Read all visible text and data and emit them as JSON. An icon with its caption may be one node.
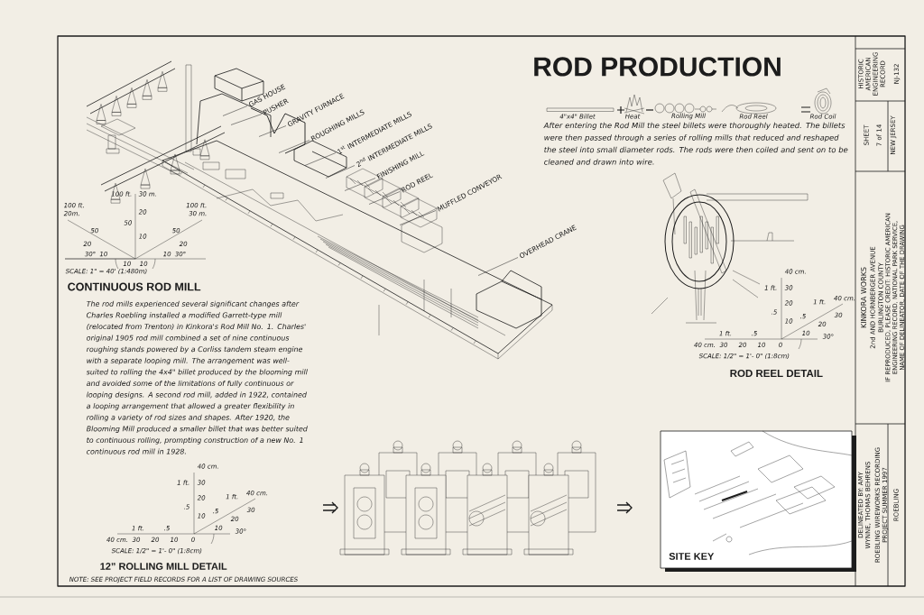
{
  "diagram": {
    "title": "ROD PRODUCTION",
    "nodes": [
      {
        "text": [
          "GAS HOUSE"
        ]
      },
      {
        "text": [
          "PUSHER"
        ]
      },
      {
        "text": [
          "GRAVITY FURNACE"
        ]
      },
      {
        "text": [
          "ROUGHING MILLS"
        ]
      },
      {
        "text": [
          "1$^{st}$ INTERMEDIATE MILLS"
        ]
      },
      {
        "text": [
          "2$^{nd}$ INTERMEDIATE MILLS"
        ]
      },
      {
        "text": [
          "FINISHING MILL"
        ]
      },
      {
        "text": [
          "ROD REEL"
        ]
      },
      {
        "text": [
          "MUFFLED CONVEYOR"
        ]
      },
      {
        "text": [
          "OVERHEAD CRANE"
        ]
      },
      {
        "text": [
          "SITE KEY"
        ]
      }
    ],
    "edges": [
      {
        "from": 0,
        "to": null,
        "arrow": "none"
      },
      {
        "from": 1,
        "to": null,
        "arrow": "none"
      },
      {
        "from": 2,
        "to": null,
        "arrow": "none"
      },
      {
        "from": 3,
        "to": null,
        "arrow": "none"
      },
      {
        "from": 4,
        "to": null,
        "arrow": "none"
      },
      {
        "from": 5,
        "to": null,
        "arrow": "none"
      },
      {
        "from": 6,
        "to": null,
        "arrow": "none"
      },
      {
        "from": 7,
        "to": null,
        "arrow": "none"
      },
      {
        "from": 8,
        "to": null,
        "arrow": "none"
      },
      {
        "from": 9,
        "to": null,
        "arrow": "none"
      }
    ],
    "labels": [
      "4\"x4\" Billet",
      "Heat",
      "Rolling Mill",
      "Rod Reel",
      "Rod Coil",
      "After entering the Rod Mill the steel billets were thoroughly heated. The billets were then passed through a series of rolling mills that reduced and reshaped the steel into small diameter rods. The rods were then coiled and sent on to be cleaned and drawn into wire.",
      "100 ft.",
      "30 m.",
      "100 ft.",
      "100 ft.",
      "20m.",
      "20",
      "30 m.",
      "50",
      "50",
      "50",
      "10",
      "20",
      "20",
      "30°",
      "10",
      "10",
      "30°",
      "10",
      "10",
      "SCALE: 1\" = 40' (1:480m)",
      "CONTINUOUS ROD MILL",
      "The rod mills experienced several significant changes after Charles Roebling installed a modified Garrett-type mill (relocated from Trenton) in Kinkora's Rod Mill No. 1. Charles' original 1905 rod mill combined a set of nine continuous roughing stands powered by a Corliss tandem steam engine with a separate looping mill. The arrangement was well-suited to rolling the 4x4\" billet produced by the blooming mill and avoided some of the limitations of fully continuous or looping designs. A second rod mill, added in 1922, contained a looping arrangement that allowed a greater flexibility in rolling a variety of rod sizes and shapes. After 1920, the Blooming Mill produced a smaller billet that was better suited to continuous rolling, prompting construction of a new No. 1 continuous rod mill in 1928.",
      "40 cm.",
      "1 ft.",
      "30",
      "20",
      ".5",
      "10",
      "1 ft.",
      "40 cm.",
      ".5",
      "30",
      "20",
      "10",
      "30°",
      "1 ft.",
      ".5",
      "40 cm.",
      "30",
      "20",
      "10",
      "0",
      "SCALE: 1/2\" = 1'- 0\" (1:8cm)",
      "ROD REEL DETAIL",
      "40 cm.",
      "1 ft.",
      "30",
      "20",
      ".5",
      "10",
      "1 ft.",
      "40 cm.",
      ".5",
      "30",
      "20",
      "10",
      "30°",
      "1 ft.",
      ".5",
      "40 cm.",
      "30",
      "20",
      "10",
      "0",
      "SCALE: 1/2\" = 1'- 0\" (1:8cm)",
      "12” ROLLING MILL DETAIL",
      "NOTE: SEE PROJECT FIELD RECORDS FOR A LIST OF DRAWING SOURCES",
      "HISTORIC AMERICAN ENGINEERING RECORD",
      "NJ-132",
      "SHEET",
      "7 of 14",
      "NEW JERSEY",
      "KINKORA WORKS",
      "2nd AND HORNBERGER AVENUE",
      "BURLINGTON COUNTY",
      "IF REPRODUCED, PLEASE CREDIT: HISTORIC AMERICAN ENGINEERING RECORD, NATIONAL PARK SERVICE, NAME OF DELINEATOR, DATE OF THE DRAWING",
      "DELINEATED BY: AMY WYNNE, THOMAS BEHRENS",
      "ROEBLING WIREWORKS RECORDING PROJECT SUMMER 1997",
      "ROEBLING"
    ]
  }
}
